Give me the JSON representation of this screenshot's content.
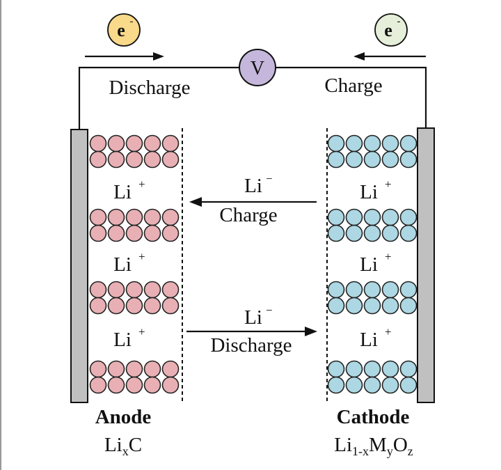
{
  "electron": {
    "symbol": "e",
    "charge_sign": "-",
    "left_color": "#f9d98a",
    "right_color": "#e6efd9"
  },
  "voltmeter": {
    "symbol": "V",
    "color": "#c5b7dc"
  },
  "direction_labels": {
    "left": "Discharge",
    "right": "Charge"
  },
  "ion_arrows": {
    "upper": {
      "ion": "Li",
      "charge_sign": "−",
      "label": "Charge",
      "direction": "right-to-left"
    },
    "lower": {
      "ion": "Li",
      "charge_sign": "−",
      "label": "Discharge",
      "direction": "left-to-right"
    }
  },
  "anode": {
    "name": "Anode",
    "formula_base": "Li",
    "formula_sub": "x",
    "formula_tail": "C",
    "sphere_color": "#e8b0b4",
    "ion_label": "Li",
    "ion_sign": "+"
  },
  "cathode": {
    "name": "Cathode",
    "formula_parts": [
      {
        "t": "Li",
        "sub": "1-x"
      },
      {
        "t": "M",
        "sub": "y"
      },
      {
        "t": "O",
        "sub": "z"
      }
    ],
    "sphere_color": "#acd7e3",
    "ion_label": "Li",
    "ion_sign": "+"
  },
  "colors": {
    "electrode": "#c0c0c0",
    "line": "#111111",
    "border": "#666666"
  }
}
